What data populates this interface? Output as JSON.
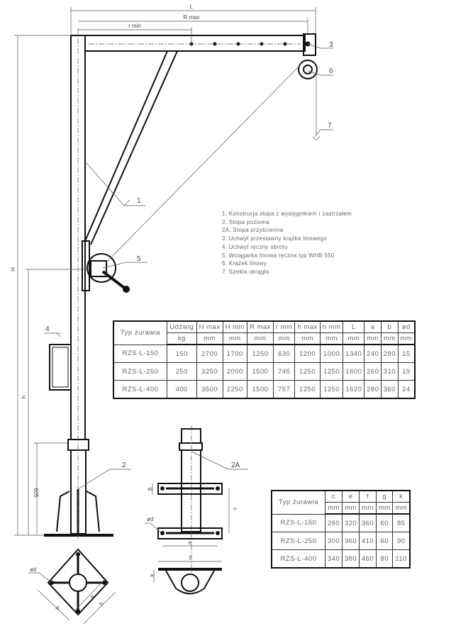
{
  "drawing": {
    "dims": {
      "L": "L",
      "R_max": "R max",
      "r_min": "r min",
      "H": "H",
      "h": "h",
      "h605": "605",
      "a": "a",
      "b": "b",
      "c": "c",
      "e": "e",
      "f": "f",
      "g": "g",
      "k": "k",
      "od": "ød"
    },
    "callouts": [
      "1",
      "2",
      "2A",
      "3",
      "4",
      "5",
      "6",
      "7"
    ]
  },
  "legend": [
    "1. Konstrucja słupa z wysięgnikiem i zastrzałem",
    "2. Stopa pozioma",
    "2A. Stopa przyścienna",
    "3. Uchwyt przestawny krążka linowego",
    "4. Uchwyt ręczny obrotu",
    "5. Wciągarka linowa ręczna typ WHB 550",
    "6. Krążek linowy",
    "7. Szekla okrągła"
  ],
  "table1": {
    "headers": [
      "Typ żurawia",
      "Udźwig",
      "H max",
      "H min",
      "R max",
      "r min",
      "h max",
      "h min",
      "L",
      "a",
      "b",
      "ød"
    ],
    "units": [
      "",
      "kg",
      "mm",
      "mm",
      "mm",
      "mm",
      "mm",
      "mm",
      "mm",
      "mm",
      "mm",
      "mm"
    ],
    "rows": [
      [
        "RZS-L-150",
        "150",
        "2700",
        "1700",
        "1250",
        "630",
        "1200",
        "1000",
        "1340",
        "240",
        "280",
        "15"
      ],
      [
        "RZS-L-250",
        "250",
        "3250",
        "2000",
        "1500",
        "745",
        "1250",
        "1250",
        "1600",
        "260",
        "310",
        "19"
      ],
      [
        "RZS-L-400",
        "400",
        "3500",
        "2250",
        "1500",
        "757",
        "1250",
        "1250",
        "1620",
        "280",
        "360",
        "24"
      ]
    ]
  },
  "table2": {
    "headers": [
      "Typ żurawia",
      "c",
      "e",
      "f",
      "g",
      "k"
    ],
    "units": [
      "",
      "mm",
      "mm",
      "mm",
      "mm",
      "mm"
    ],
    "rows": [
      [
        "RZS-L-150",
        "280",
        "320",
        "360",
        "60",
        "85"
      ],
      [
        "RZS-L-250",
        "300",
        "360",
        "410",
        "60",
        "90"
      ],
      [
        "RZS-L-400",
        "340",
        "380",
        "460",
        "80",
        "110"
      ]
    ]
  }
}
